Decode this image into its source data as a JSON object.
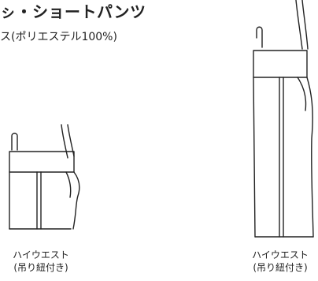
{
  "header": {
    "title": "ㇱ・ショートパンツ",
    "subtitle": "ス(ポリエステル100%)"
  },
  "figures": [
    {
      "caption_line1": "ハイウエスト",
      "caption_line2": "(吊り紐付き)"
    },
    {
      "caption_line1": "ハイウエスト",
      "caption_line2": "(吊り紐付き)"
    }
  ],
  "colors": {
    "ink": "#222222",
    "background": "#ffffff"
  }
}
